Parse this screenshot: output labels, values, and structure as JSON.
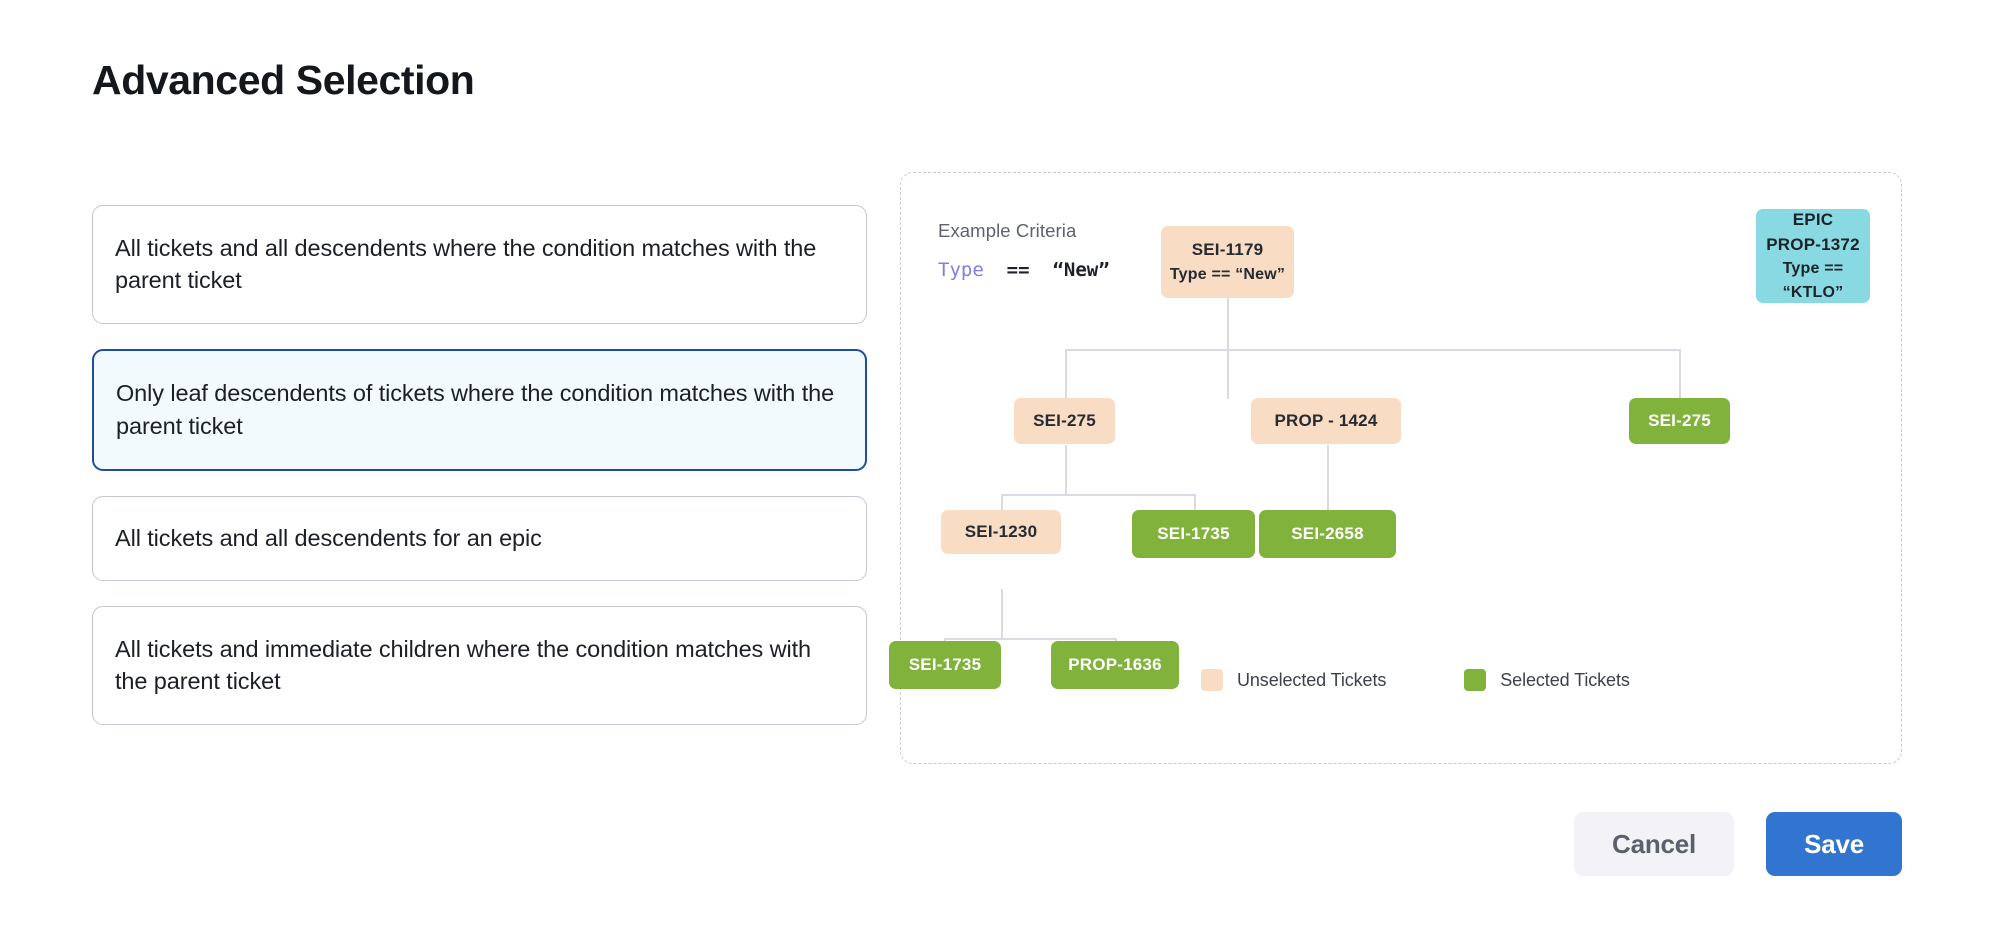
{
  "page_title": "Advanced Selection",
  "options": [
    {
      "label": "All tickets and all descendents where the condition matches with the parent ticket",
      "selected": false
    },
    {
      "label": "Only leaf descendents of tickets where the condition matches with the parent ticket",
      "selected": true
    },
    {
      "label": "All tickets and all descendents for an epic",
      "selected": false
    },
    {
      "label": "All tickets and immediate children where the condition matches with the parent ticket",
      "selected": false
    }
  ],
  "diagram": {
    "criteria_label": "Example Criteria",
    "criteria_field": "Type",
    "criteria_operator": "==",
    "criteria_value": "“New”",
    "nodes": [
      {
        "id": "root",
        "title": "SEI-1179",
        "sub": "Type == “New”",
        "state": "unselected"
      },
      {
        "id": "epic",
        "title": "EPIC",
        "sub": "PROP-1372",
        "sub2": "Type == “KTLO”",
        "state": "epic"
      },
      {
        "id": "sei275a",
        "title": "SEI-275",
        "state": "unselected"
      },
      {
        "id": "prop1424",
        "title": "PROP - 1424",
        "state": "unselected"
      },
      {
        "id": "sei275b",
        "title": "SEI-275",
        "state": "selected"
      },
      {
        "id": "sei1230",
        "title": "SEI-1230",
        "state": "unselected"
      },
      {
        "id": "sei1735a",
        "title": "SEI-1735",
        "state": "selected"
      },
      {
        "id": "sei2658",
        "title": "SEI-2658",
        "state": "selected"
      },
      {
        "id": "sei1735b",
        "title": "SEI-1735",
        "state": "selected"
      },
      {
        "id": "prop1636",
        "title": "PROP-1636",
        "state": "selected"
      }
    ],
    "legend": [
      {
        "label": "Unselected Tickets",
        "color": "#f9dcc4"
      },
      {
        "label": "Selected Tickets",
        "color": "#81b23b"
      }
    ]
  },
  "footer": {
    "cancel_label": "Cancel",
    "save_label": "Save"
  },
  "colors": {
    "unselected": "#f9dcc4",
    "selected": "#81b23b",
    "epic": "#88d9e2",
    "accent": "#3275d1",
    "selected_card_border": "#1d4f9b"
  }
}
